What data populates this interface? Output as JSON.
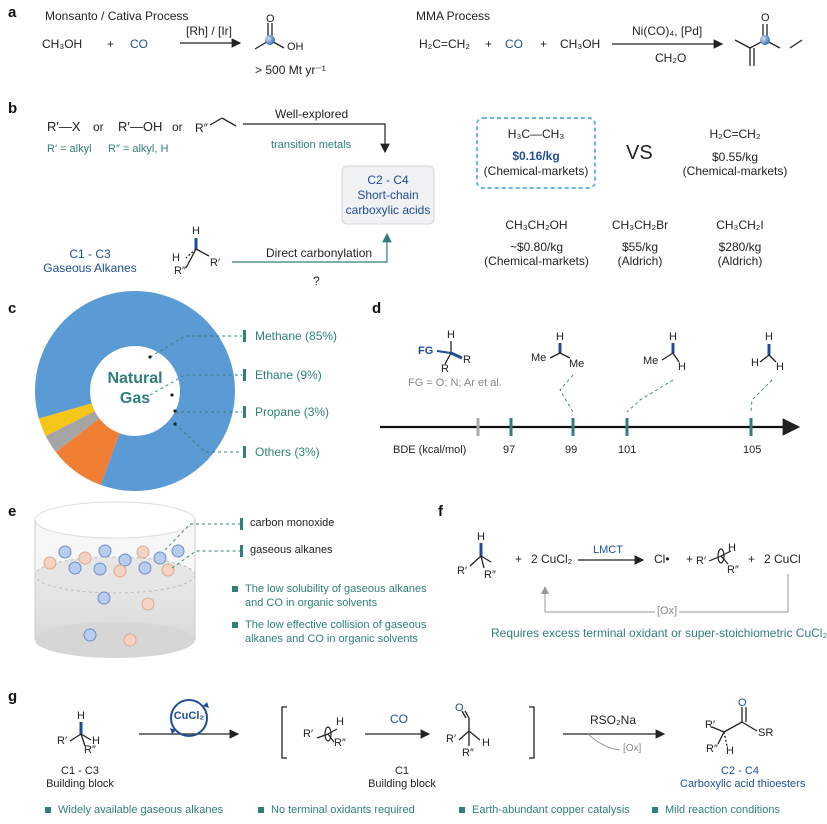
{
  "panels": {
    "a": "a",
    "b": "b",
    "c": "c",
    "d": "d",
    "e": "e",
    "f": "f",
    "g": "g"
  },
  "a": {
    "monsanto_title": "Monsanto / Cativa Process",
    "methanol": "CH₃OH",
    "plus1": "+",
    "co": "CO",
    "catalyst": "[Rh] / [Ir]",
    "scale": "> 500 Mt yr⁻¹",
    "mma_title": "MMA Process",
    "ethylene": "H₂C=CH₂",
    "plus2": "+",
    "co2": "CO",
    "plus3": "+",
    "methanol2": "CH₃OH",
    "mma_catalyst": "Ni(CO)₄, [Pd]",
    "water": "CH₂O",
    "acetic_label_oh": "OH",
    "mma_label_o": "O"
  },
  "b": {
    "rx": "R′—X",
    "or1": "or",
    "roh": "R′—OH",
    "or2": "or",
    "r2": "R″",
    "rdef": "R′ = alkyl",
    "r2def": "R″ = alkyl, H",
    "well_explored": "Well-explored",
    "transition_metals": "transition metals",
    "box_title": "C2 - C4",
    "box_line2": "Short-chain",
    "box_line3": "carboxylic acids",
    "c1c3": "C1 - C3",
    "gaseous_alkanes": "Gaseous Alkanes",
    "direct": "Direct carbonylation",
    "question": "?",
    "ethane": "H₃C—CH₃",
    "ethane_price": "$0.16/kg",
    "ethane_src": "(Chemical-markets)",
    "vs": "VS",
    "ethylene": "H₂C=CH₂",
    "ethylene_price": "$0.55/kg",
    "ethylene_src": "(Chemical-markets)",
    "ethanol": "CH₃CH₂OH",
    "ethanol_price": "~$0.80/kg",
    "ethanol_src": "(Chemical-markets)",
    "ethylbromide": "CH₃CH₂Br",
    "ethylbromide_price": "$55/kg",
    "ethylbromide_src": "(Aldrich)",
    "ethyliodide": "CH₃CH₂I",
    "ethyliodide_price": "$280/kg",
    "ethyliodide_src": "(Aldrich)",
    "mol_h": "H",
    "mol_h2": "H",
    "mol_r1": "R′",
    "mol_r2": "R″"
  },
  "c": {
    "center_line1": "Natural",
    "center_line2": "Gas",
    "legend": [
      {
        "label": "Methane (85%)",
        "value": 85,
        "color": "#5b9bd5"
      },
      {
        "label": "Ethane (9%)",
        "value": 9,
        "color": "#f07f34"
      },
      {
        "label": "Propane (3%)",
        "value": 3,
        "color": "#a5a5a5"
      },
      {
        "label": "Others (3%)",
        "value": 3,
        "color": "#f5c518"
      }
    ]
  },
  "d": {
    "fg": "FG",
    "fg_def": "FG = O; N; Ar et al.",
    "axis_label": "BDE (kcal/mol)",
    "ticks": [
      "97",
      "99",
      "101",
      "105"
    ],
    "me": "Me",
    "h": "H",
    "r": "R"
  },
  "e": {
    "co_label": "carbon monoxide",
    "alkane_label": "gaseous alkanes",
    "point1_line1": "The low solubility of gaseous alkanes",
    "point1_line2": "and CO in organic solvents",
    "point2_line1": "The low effective collision of gaseous",
    "point2_line2": "alkanes and CO in organic solvents"
  },
  "f": {
    "plus1": "+",
    "cucl2": "2 CuCl₂",
    "lmct": "LMCT",
    "cl": "Cl•",
    "plus2": "+",
    "plus3": "+",
    "cucl": "2 CuCl",
    "ox": "[Ox]",
    "note": "Requires excess terminal oxidant or super-stoichiometric CuCl₂",
    "h": "H",
    "r1": "R′",
    "r2": "R″"
  },
  "g": {
    "cucl2": "CuCl₂",
    "co": "CO",
    "rso2na": "RSO₂Na",
    "ox": "[Ox]",
    "c1c3": "C1 - C3",
    "bb1": "Building block",
    "c1": "C1",
    "bb2": "Building block",
    "c2c4": "C2 - C4",
    "thioester": "Carboxylic acid thioesters",
    "sr": "SR",
    "o": "O",
    "h": "H",
    "r1": "R′",
    "r2": "R″",
    "features": [
      "Widely available gaseous alkanes",
      "No terminal oxidants required",
      "Earth-abundant copper catalysis",
      "Mild reaction conditions"
    ]
  }
}
